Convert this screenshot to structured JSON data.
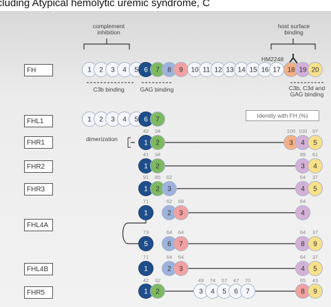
{
  "header_text": "es including Atypical hemolytic uremic syndrome, C",
  "labels": {
    "complement_inhibition": "complement\ninhibition",
    "host_surface_binding": "host surface\nbinding",
    "hm2248": "HM2248",
    "c3b_binding": "C3b binding",
    "gag_binding": "GAG binding",
    "c3b_c3d_gag": "C3b, C3d and\nGAG binding",
    "dimerization": "dimerization",
    "identity": "Identity with FH (%)"
  },
  "proteins": [
    "FH",
    "FHL1",
    "FHR1",
    "FHR2",
    "FHR3",
    "FHL4A",
    "FHL4B",
    "FHR5"
  ],
  "colors": {
    "white": "#f4f6fb",
    "dark_blue": "#1f4e8c",
    "green": "#7cb960",
    "mid_blue": "#9db2dc",
    "pink": "#f2a1a1",
    "orange": "#f4b084",
    "lavender": "#d4b0d8",
    "yellow": "#f8e08a"
  },
  "fh_domains": [
    "1",
    "2",
    "3",
    "4",
    "5",
    "6",
    "7",
    "8",
    "9",
    "10",
    "11",
    "12",
    "13",
    "14",
    "15",
    "16",
    "17",
    "18",
    "19",
    "20"
  ],
  "fhl1_domains": [
    "1",
    "2",
    "3",
    "4",
    "5",
    "6",
    "7"
  ],
  "fhr1": {
    "left": [
      "1",
      "2"
    ],
    "right": [
      "3",
      "4",
      "5"
    ],
    "left_id": [
      "42",
      "34"
    ],
    "right_id": [
      "100",
      "100",
      "97"
    ]
  },
  "fhr2": {
    "left": [
      "1",
      "2"
    ],
    "right": [
      "3",
      "4"
    ],
    "left_id": [
      "41",
      "34"
    ],
    "right_id": [
      "89",
      "61"
    ]
  },
  "fhr3": {
    "left": [
      "1",
      "2",
      "3"
    ],
    "right": [
      "4",
      "5"
    ],
    "left_id": [
      "91",
      "85",
      "62"
    ],
    "right_id": [
      "64",
      "37"
    ]
  },
  "fhl4a_top": {
    "left": [
      "1",
      "2",
      "3"
    ],
    "right": [
      "4"
    ],
    "left_id": [
      "71",
      "62",
      "68"
    ],
    "right_id": [
      "64"
    ]
  },
  "fhl4a_bottom": {
    "left": [
      "5",
      "6",
      "7"
    ],
    "right": [
      "8",
      "9"
    ],
    "left_id": [
      "73",
      "64",
      "64"
    ],
    "right_id": [
      "64",
      "37"
    ]
  },
  "fhl4b": {
    "left": [
      "1",
      "2",
      "3"
    ],
    "right": [
      "4",
      "5"
    ],
    "left_id": [
      "71",
      "64",
      "64"
    ],
    "right_id": [
      "64",
      "37"
    ]
  },
  "fhr5": {
    "left": [
      "1",
      "2"
    ],
    "mid": [
      "3",
      "4",
      "5",
      "6",
      "7"
    ],
    "right": [
      "8",
      "9"
    ],
    "left_id": [
      "42",
      "32"
    ],
    "mid_id": [
      "49",
      "74",
      "57",
      "47",
      "70"
    ],
    "right_id": [
      "65",
      "43"
    ]
  }
}
